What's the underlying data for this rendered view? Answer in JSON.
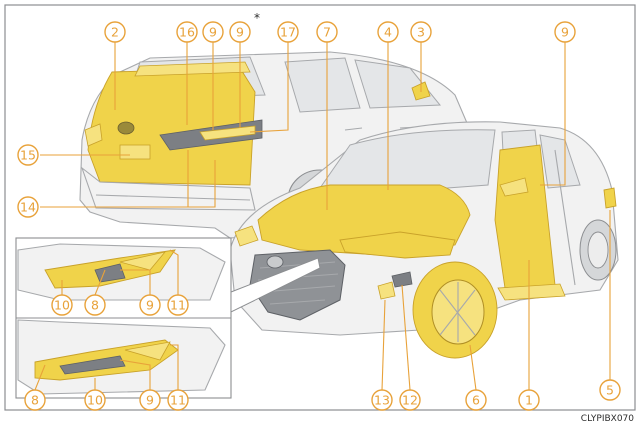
{
  "figure": {
    "code": "CLYPIBX070",
    "asterisk": "*",
    "accent_color": "#e8a23a",
    "highlight_color": "#f0d34a"
  },
  "callouts": [
    {
      "id": "c2",
      "label": "2"
    },
    {
      "id": "c16",
      "label": "16"
    },
    {
      "id": "c9a",
      "label": "9"
    },
    {
      "id": "c9b",
      "label": "9"
    },
    {
      "id": "c17",
      "label": "17"
    },
    {
      "id": "c7",
      "label": "7"
    },
    {
      "id": "c4",
      "label": "4"
    },
    {
      "id": "c3",
      "label": "3"
    },
    {
      "id": "c9c",
      "label": "9"
    },
    {
      "id": "c15",
      "label": "15"
    },
    {
      "id": "c14",
      "label": "14"
    },
    {
      "id": "c10a",
      "label": "10"
    },
    {
      "id": "c8a",
      "label": "8"
    },
    {
      "id": "c9d",
      "label": "9"
    },
    {
      "id": "c11a",
      "label": "11"
    },
    {
      "id": "c8b",
      "label": "8"
    },
    {
      "id": "c10b",
      "label": "10"
    },
    {
      "id": "c9e",
      "label": "9"
    },
    {
      "id": "c11b",
      "label": "11"
    },
    {
      "id": "c13",
      "label": "13"
    },
    {
      "id": "c12",
      "label": "12"
    },
    {
      "id": "c6",
      "label": "6"
    },
    {
      "id": "c1",
      "label": "1"
    },
    {
      "id": "c5",
      "label": "5"
    }
  ]
}
